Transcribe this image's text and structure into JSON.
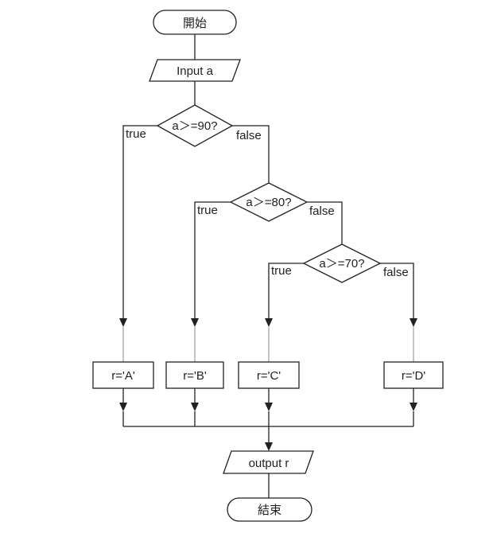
{
  "flowchart": {
    "start": "開始",
    "input": "Input a",
    "decision_90": "a＞=90?",
    "decision_80": "a＞=80?",
    "decision_70": "a＞=70?",
    "branch_true": "true",
    "branch_false": "false",
    "assign_a": "r='A'",
    "assign_b": "r='B'",
    "assign_c": "r='C'",
    "assign_d": "r='D'",
    "output": "output r",
    "end": "結束"
  },
  "colors": {
    "stroke": "#222222",
    "background": "#ffffff"
  }
}
